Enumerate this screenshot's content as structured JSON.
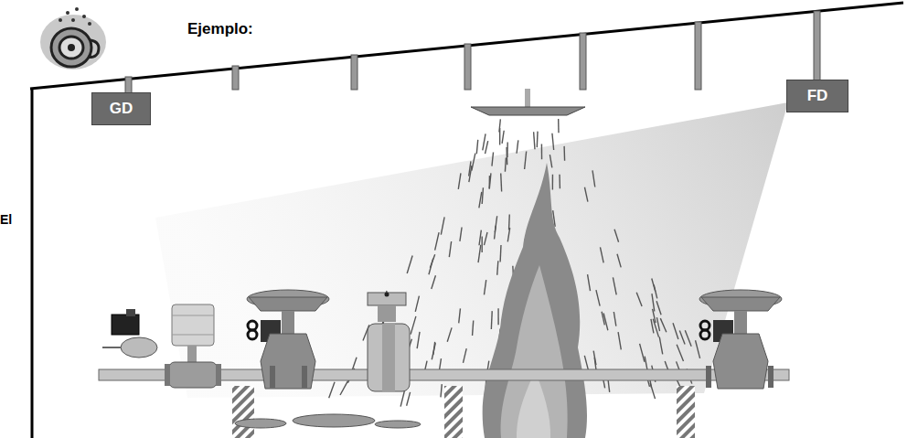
{
  "diagram": {
    "title": "Ejemplo:",
    "nodes": [
      {
        "text": [
          "GD"
        ]
      },
      {
        "text": [
          "FD"
        ]
      }
    ],
    "labels": [
      "El"
    ]
  }
}
